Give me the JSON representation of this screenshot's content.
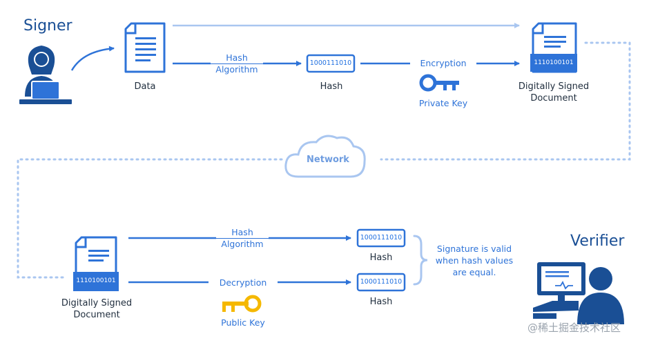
{
  "signer": {
    "title": "Signer",
    "data_label": "Data",
    "hash_algorithm_line1": "Hash",
    "hash_algorithm_line2": "Algorithm",
    "hash_binary": "1000111010",
    "hash_label": "Hash",
    "encryption_label": "Encryption",
    "private_key_label": "Private Key",
    "signed_doc_binary": "1110100101",
    "signed_doc_line1": "Digitally Signed",
    "signed_doc_line2": "Document"
  },
  "network": {
    "label": "Network"
  },
  "verifier": {
    "title": "Verifier",
    "doc_binary": "1110100101",
    "doc_line1": "Digitally Signed",
    "doc_line2": "Document",
    "hash_algorithm_line1": "Hash",
    "hash_algorithm_line2": "Algorithm",
    "decryption_label": "Decryption",
    "public_key_label": "Public Key",
    "hash1_binary": "1000111010",
    "hash1_label": "Hash",
    "hash2_binary": "1000111010",
    "hash2_label": "Hash",
    "validity_line1": "Signature is valid",
    "validity_line2": "when hash values",
    "validity_line3": "are equal."
  },
  "watermark": "@稀土掘金技术社区",
  "colors": {
    "primary": "#2e73d8",
    "dark": "#1a4f95",
    "light": "#a9c6f0",
    "key_public": "#f5b800"
  }
}
